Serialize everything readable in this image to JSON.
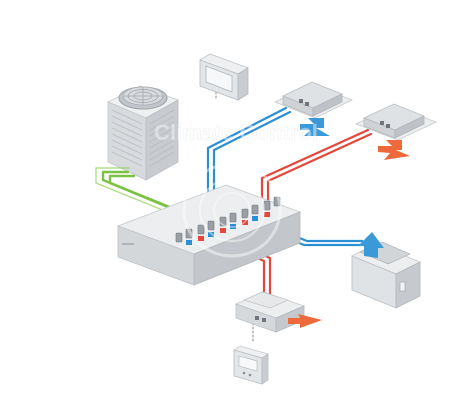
{
  "diagram": {
    "watermark": "Climate Control",
    "components": [
      {
        "id": "outdoor_unit",
        "icon": "outdoor-condenser-unit-icon"
      },
      {
        "id": "wall_controller",
        "icon": "wall-thermostat-controller-icon"
      },
      {
        "id": "cassette_cool",
        "icon": "ceiling-cassette-unit-icon",
        "airflow": "cool"
      },
      {
        "id": "cassette_heat",
        "icon": "ceiling-cassette-unit-icon",
        "airflow": "heat"
      },
      {
        "id": "branch_selector",
        "icon": "branch-selector-box-icon"
      },
      {
        "id": "floor_unit",
        "icon": "floor-console-unit-icon",
        "airflow": "cool"
      },
      {
        "id": "ducted_unit",
        "icon": "ducted-indoor-unit-icon",
        "airflow": "heat"
      },
      {
        "id": "remote_controller",
        "icon": "remote-controller-icon"
      }
    ],
    "colors": {
      "pipe_green": "#7cc242",
      "pipe_blue": "#2b8fd6",
      "pipe_red": "#e4473c",
      "airflow_cool": "#3a9ad9",
      "airflow_heat": "#ee6a3a",
      "unit_gray": "#e3e5e7",
      "unit_dark": "#aeb2b6",
      "control_wire": "#8a8a8a"
    }
  }
}
